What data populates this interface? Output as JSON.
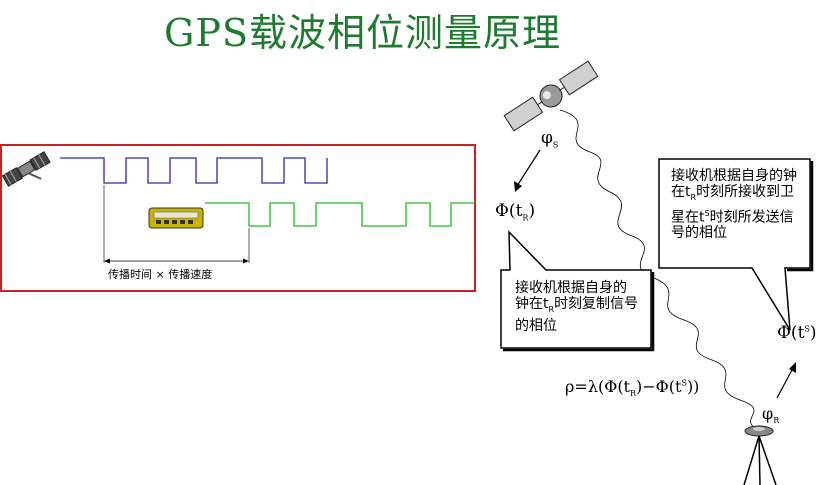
{
  "title": "GPS载波相位测量原理",
  "propagation_label": "传播时间 × 传播速度",
  "callout_receiver": "接收机根据自身的钟在tR时刻复制信号的相位",
  "callout_received": "接收机根据自身的钟在tR时刻所接收到卫星在tS时刻所发送信号的相位",
  "symbols": {
    "phi_s": "φS",
    "phi_r": "φR",
    "phase_tr": "Φ(tR)",
    "phase_ts": "Φ(tS)",
    "formula": "ρ=λ(Φ(tR)−Φ(tS))"
  },
  "colors": {
    "title": "#1e7a2e",
    "frame": "#cc2222",
    "satellite_signal": "#2a2aa8",
    "replica_signal": "#22bb22"
  },
  "icons": [
    "satellite-icon",
    "receiver-device-icon",
    "antenna-tripod-icon"
  ]
}
